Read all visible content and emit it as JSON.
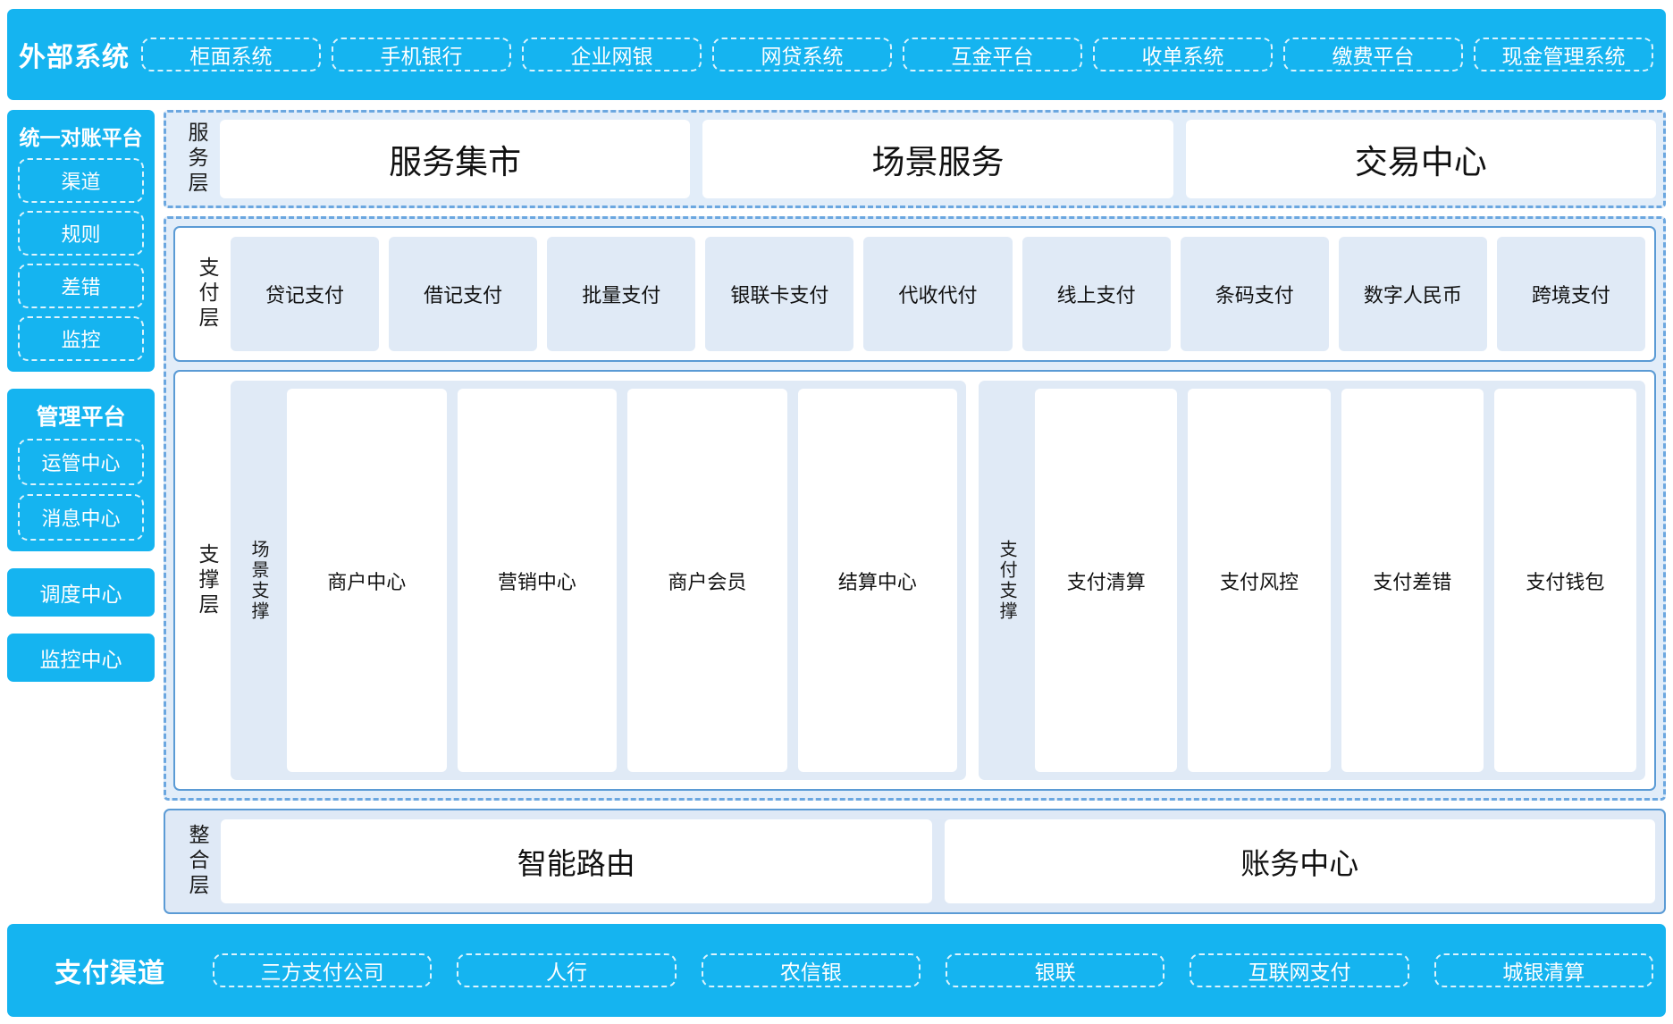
{
  "external": {
    "title": "外部系统",
    "items": [
      "柜面系统",
      "手机银行",
      "企业网银",
      "网贷系统",
      "互金平台",
      "收单系统",
      "缴费平台",
      "现金管理系统"
    ]
  },
  "left": {
    "reconciliation": {
      "title": "统一对账平台",
      "items": [
        "渠道",
        "规则",
        "差错",
        "监控"
      ]
    },
    "management": {
      "title": "管理平台",
      "items": [
        "运管中心",
        "消息中心"
      ]
    },
    "standalone": [
      "调度中心",
      "监控中心"
    ]
  },
  "service_layer": {
    "label": "服务层",
    "cards": [
      "服务集市",
      "场景服务",
      "交易中心"
    ]
  },
  "payment_layer": {
    "label": "支付层",
    "tiles": [
      "贷记支付",
      "借记支付",
      "批量支付",
      "银联卡支付",
      "代收代付",
      "线上支付",
      "条码支付",
      "数字人民币",
      "跨境支付"
    ]
  },
  "support_layer": {
    "label": "支撑层",
    "groups": [
      {
        "label": "场景支撑",
        "cards": [
          "商户中心",
          "营销中心",
          "商户会员",
          "结算中心"
        ]
      },
      {
        "label": "支付支撑",
        "cards": [
          "支付清算",
          "支付风控",
          "支付差错",
          "支付钱包"
        ]
      }
    ]
  },
  "integration_layer": {
    "label": "整合层",
    "cards": [
      "智能路由",
      "账务中心"
    ]
  },
  "channels": {
    "title": "支付渠道",
    "items": [
      "三方支付公司",
      "人行",
      "农信银",
      "银联",
      "互联网支付",
      "城银清算"
    ]
  },
  "colors": {
    "brand_blue": "#15b4f0",
    "panel_border": "#5b9bd5",
    "dashed_border": "#6ba7e0",
    "tile_fill": "#e0eaf6",
    "wrap_fill": "#e2edf9"
  }
}
